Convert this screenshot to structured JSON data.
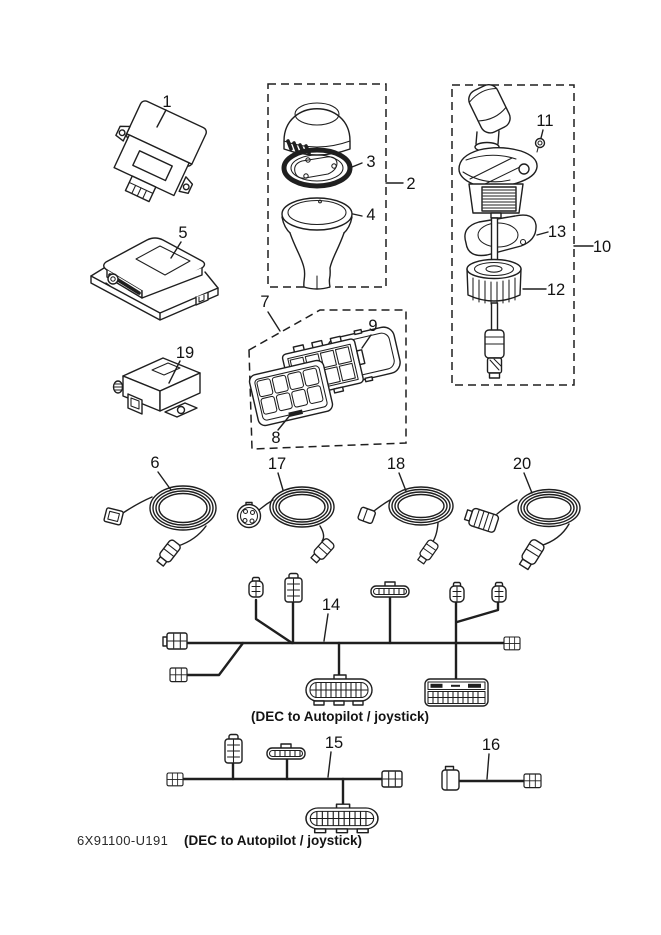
{
  "document": {
    "type": "parts-diagram",
    "part_code": "6X91100-U191",
    "background_color": "#ffffff",
    "line_color": "#1f1f1f"
  },
  "captions": {
    "harness_14": "(DEC to Autopilot / joystick)",
    "harness_15": "(DEC to Autopilot / joystick)"
  },
  "callouts": {
    "c1": "1",
    "c2": "2",
    "c3": "3",
    "c4": "4",
    "c5": "5",
    "c6": "6",
    "c7": "7",
    "c8": "8",
    "c9": "9",
    "c10": "10",
    "c11": "11",
    "c12": "12",
    "c13": "13",
    "c14": "14",
    "c15": "15",
    "c16": "16",
    "c17": "17",
    "c18": "18",
    "c19": "19",
    "c20": "20"
  }
}
